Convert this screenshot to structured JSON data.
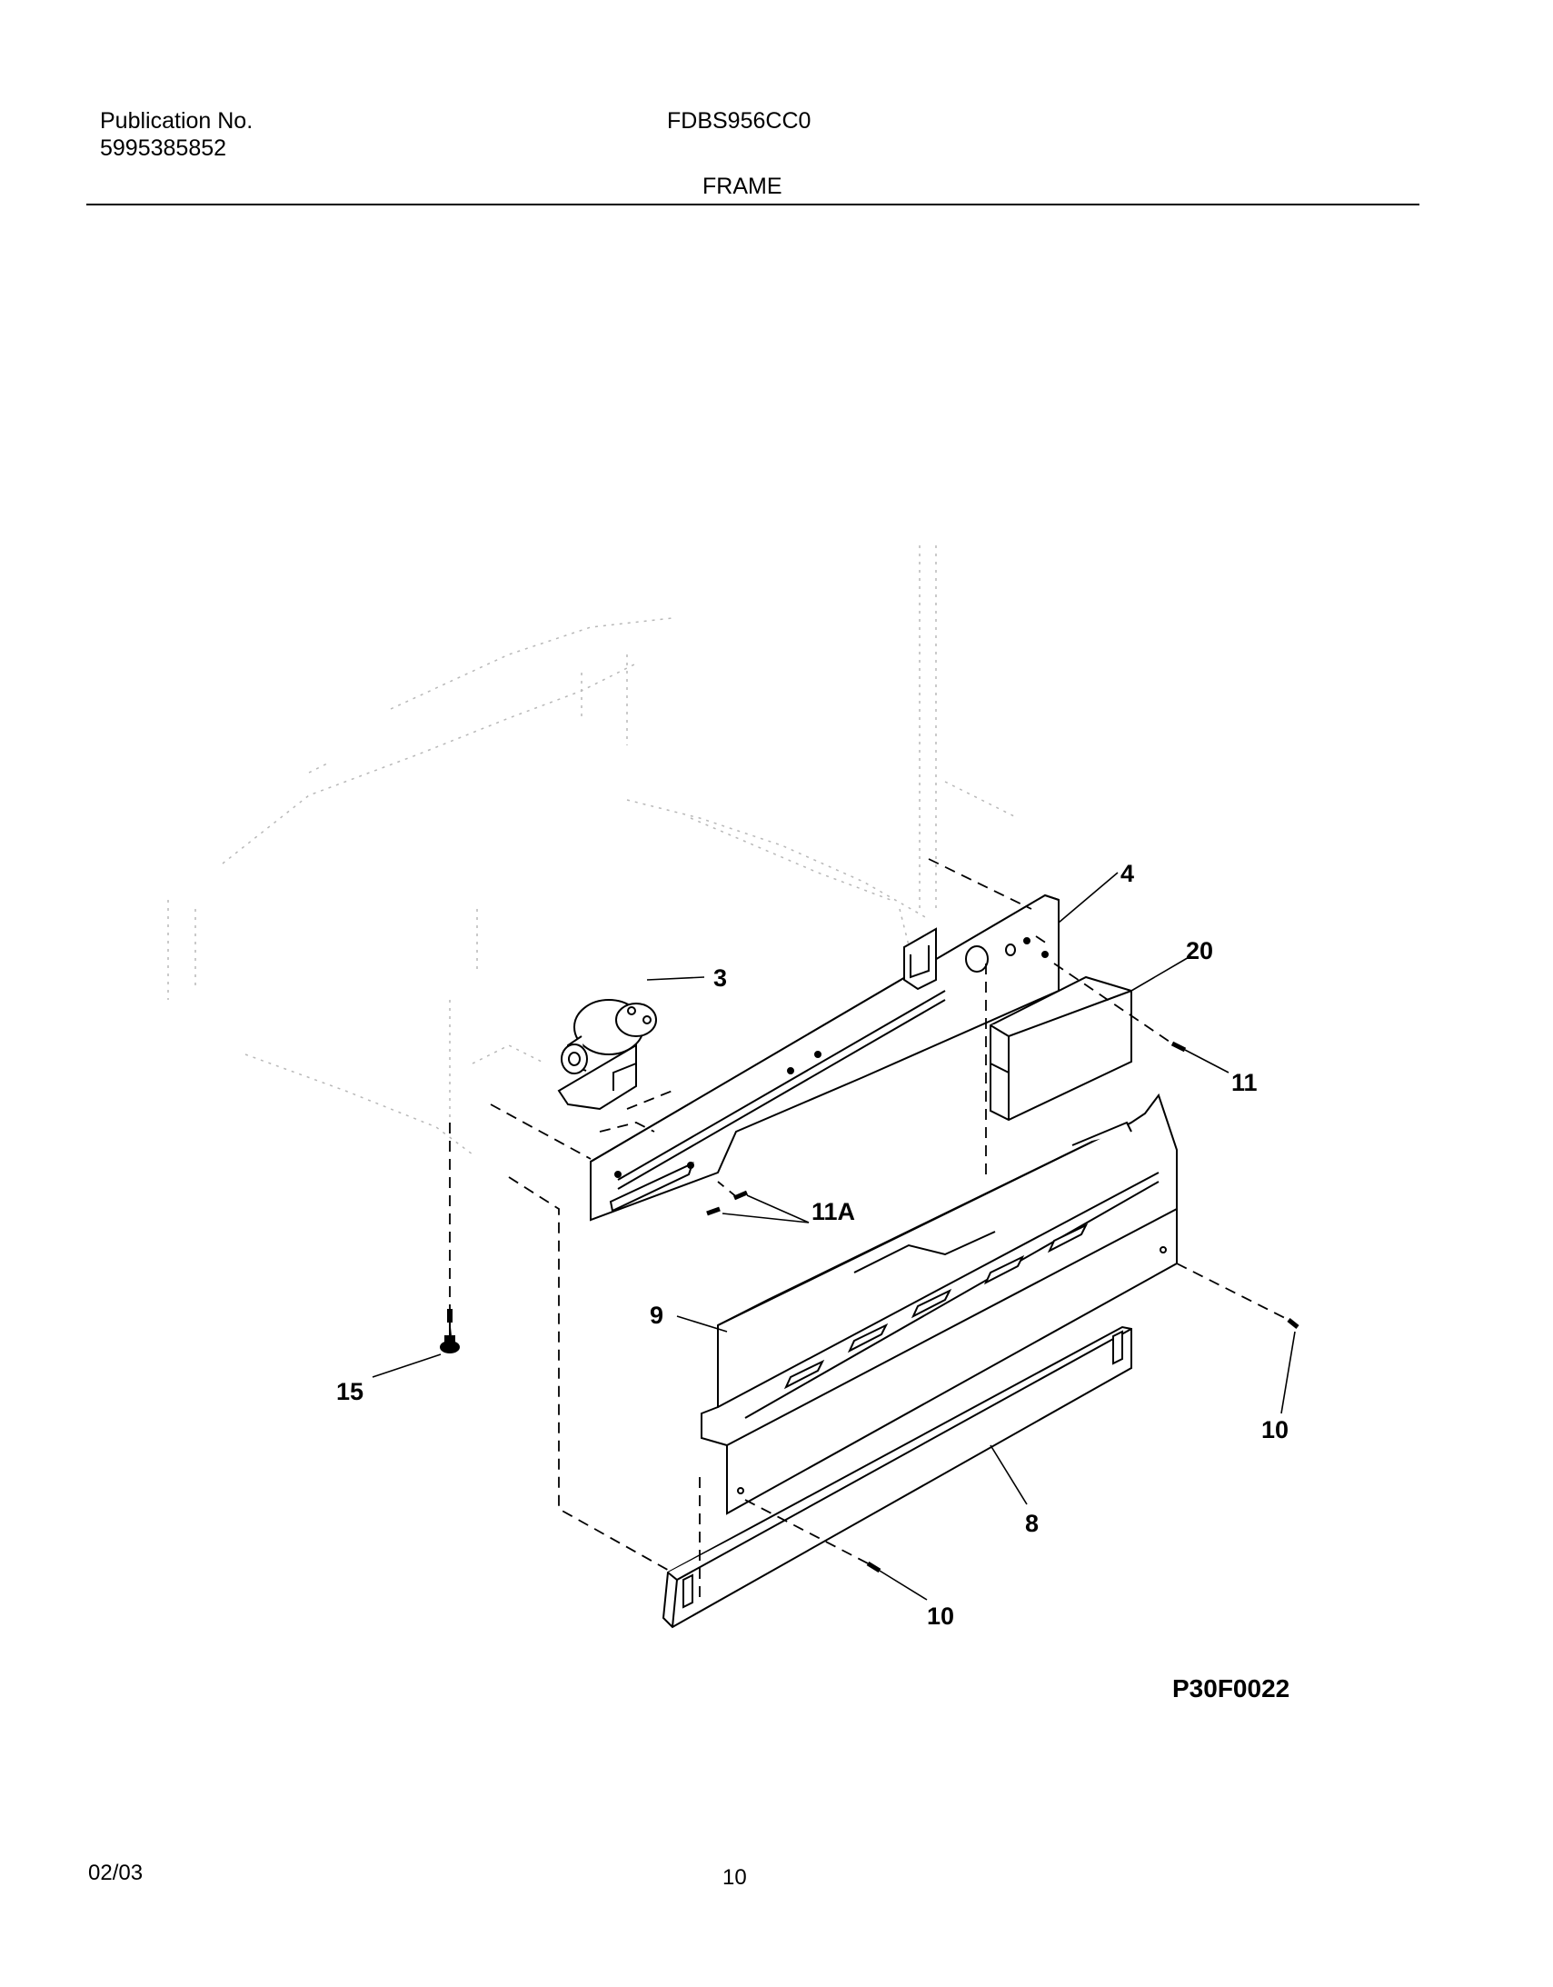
{
  "header": {
    "publication_label": "Publication No.",
    "publication_number": "5995385852",
    "model": "FDBS956CC0",
    "section_title": "FRAME"
  },
  "diagram": {
    "callouts": {
      "c3": "3",
      "c4": "4",
      "c8": "8",
      "c9": "9",
      "c10a": "10",
      "c10b": "10",
      "c11": "11",
      "c11a": "11A",
      "c15": "15",
      "c20": "20"
    },
    "drawing_code": "P30F0022"
  },
  "footer": {
    "date": "02/03",
    "page_number": "10"
  }
}
